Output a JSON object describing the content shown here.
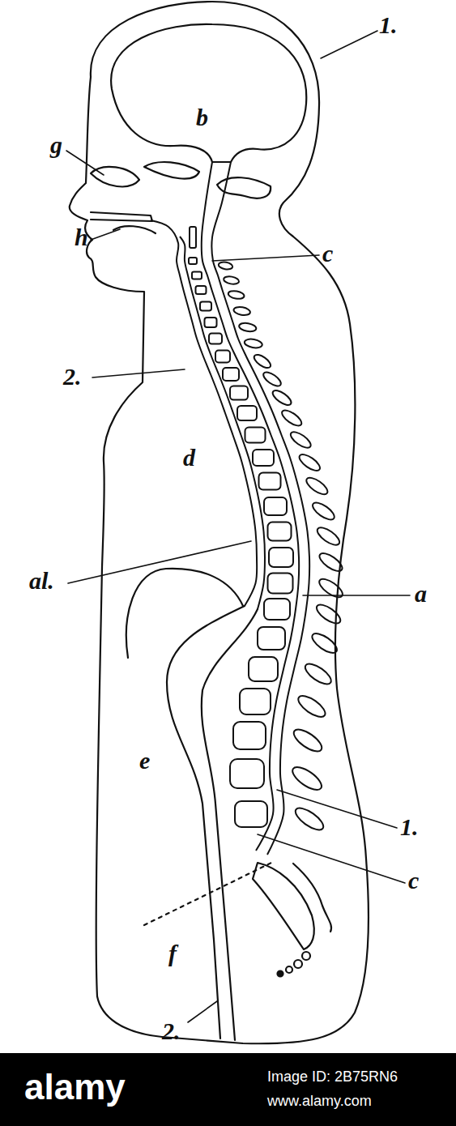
{
  "diagram": {
    "labels": [
      "1.",
      "b",
      "g",
      "h",
      "c",
      "2.",
      "d",
      "al.",
      "a",
      "e",
      "1.",
      "c",
      "f",
      "2.",
      "alamy",
      "Image ID: 2B75RN6",
      "www.alamy.com"
    ]
  }
}
